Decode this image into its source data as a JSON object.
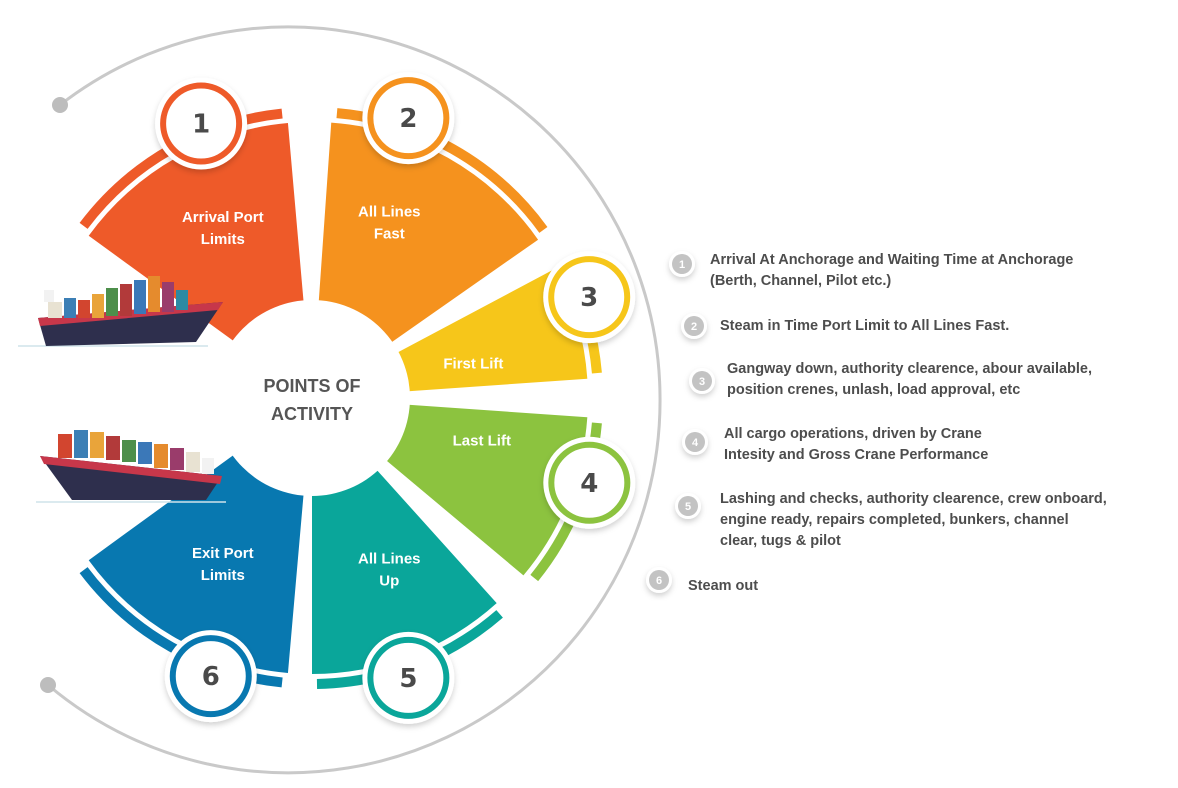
{
  "center": {
    "line1": "POINTS OF",
    "line2": "ACTIVITY"
  },
  "segments": [
    {
      "number": "1",
      "line1": "Arrival Port",
      "line2": "Limits",
      "color": "#ee5a29"
    },
    {
      "number": "2",
      "line1": "All Lines",
      "line2": "Fast",
      "color": "#f5921e"
    },
    {
      "number": "3",
      "line1": "First Lift",
      "line2": "",
      "color": "#f6c61a"
    },
    {
      "number": "4",
      "line1": "Last Lift",
      "line2": "",
      "color": "#8cc33f"
    },
    {
      "number": "5",
      "line1": "All Lines",
      "line2": "Up",
      "color": "#0aa69a"
    },
    {
      "number": "6",
      "line1": "Exit Port",
      "line2": "Limits",
      "color": "#0878b0"
    }
  ],
  "steps": [
    {
      "number": "1",
      "lines": [
        "Arrival At Anchorage and Waiting Time at Anchorage",
        "(Berth, Channel, Pilot etc.)"
      ]
    },
    {
      "number": "2",
      "lines": [
        "Steam in Time Port Limit to All Lines Fast."
      ]
    },
    {
      "number": "3",
      "lines": [
        "Gangway down, authority clearence, abour available,",
        " position crenes, unlash, load approval, etc"
      ]
    },
    {
      "number": "4",
      "lines": [
        "All cargo operations, driven by Crane",
        "Intesity and Gross Crane Performance"
      ]
    },
    {
      "number": "5",
      "lines": [
        "Lashing and checks, authority clearence, crew onboard,",
        "engine ready, repairs completed, bunkers, channel",
        "clear, tugs & pilot"
      ]
    },
    {
      "number": "6",
      "lines": [
        "Steam out"
      ]
    }
  ],
  "icons": {
    "ship_top": "cargo-ship-icon",
    "ship_bottom": "cargo-ship-icon"
  }
}
